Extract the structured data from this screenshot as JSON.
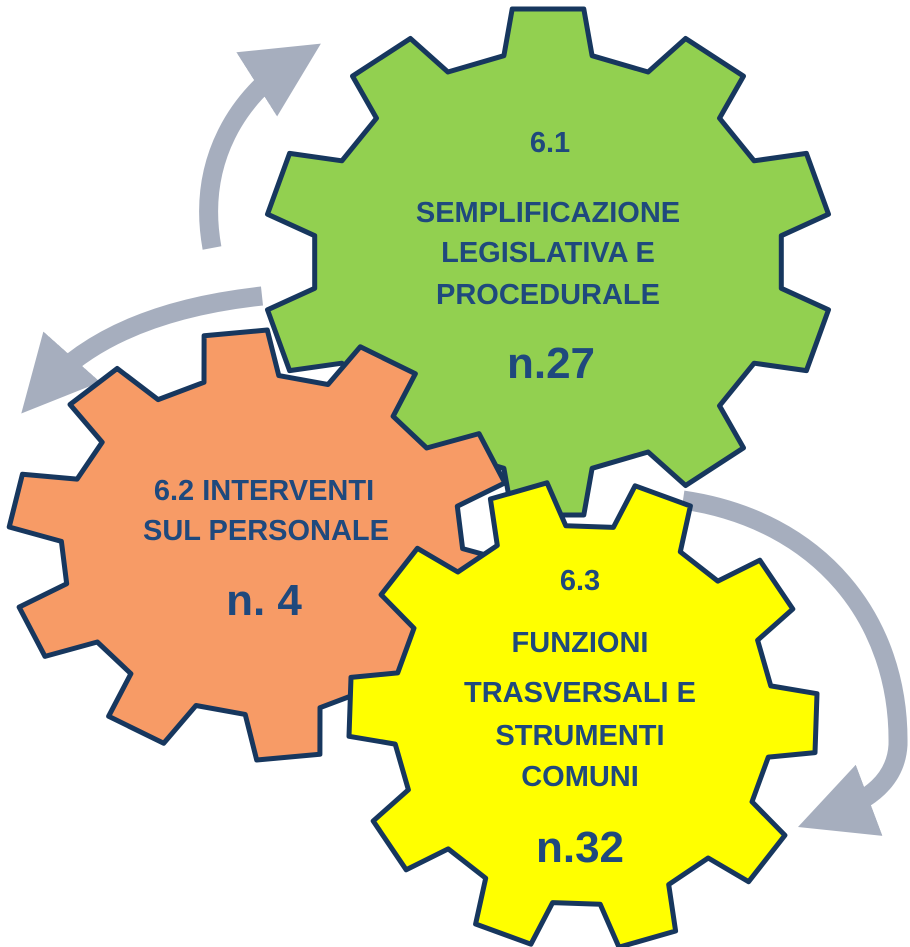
{
  "colors": {
    "outline": "#17375E",
    "text": "#1F497D",
    "arrow": "#A6AEBE",
    "gear_green": "#92D050",
    "gear_orange": "#F79B66",
    "gear_yellow": "#FFFF00"
  },
  "gears": [
    {
      "id": "green",
      "code": "6.1",
      "title_lines": [
        "SEMPLIFICAZIONE",
        "LEGISLATIVA E",
        "PROCEDURALE"
      ],
      "count": "n.27"
    },
    {
      "id": "orange",
      "title_lines": [
        "6.2 INTERVENTI",
        "SUL PERSONALE"
      ],
      "count": "n. 4"
    },
    {
      "id": "yellow",
      "code": "6.3",
      "title_lines": [
        "FUNZIONI",
        "TRASVERSALI E",
        "STRUMENTI",
        "COMUNI"
      ],
      "count": "n.32"
    }
  ]
}
